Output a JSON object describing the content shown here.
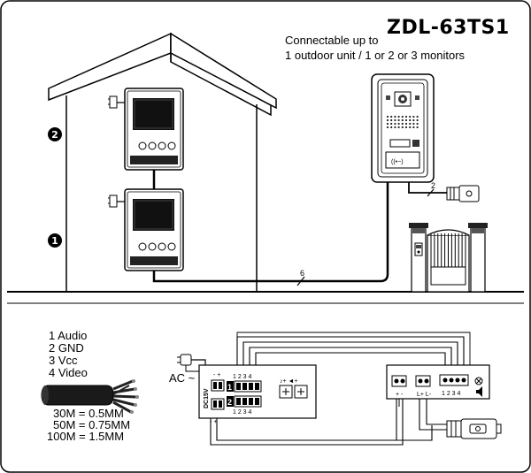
{
  "header": {
    "model": "ZDL-63TS1",
    "caption_line1": "Connectable up to",
    "caption_line2": "1 outdoor unit / 1 or 2 or 3 monitors"
  },
  "monitors": [
    {
      "marker": "2"
    },
    {
      "marker": "1"
    }
  ],
  "cables": {
    "outdoor_to_monitor_count": "6",
    "outdoor_to_lock_count": "2"
  },
  "legend": {
    "items": [
      "1  Audio",
      "2  GND",
      "3  Vcc",
      "4  Video"
    ],
    "lengths": [
      "30M  =  0.5MM",
      "50M  =  0.75MM",
      "100M  =  1.5MM"
    ]
  },
  "wiring": {
    "ac_label": "AC ~",
    "dc_label": "DC15V",
    "dc_pm": "- +",
    "terminal_nums": "1 2 3 4",
    "port_one": "1",
    "port_two": "2",
    "bottom_pm": "- +",
    "outdoor_pm": "+ -",
    "outdoor_lpm": "L+ L-"
  }
}
